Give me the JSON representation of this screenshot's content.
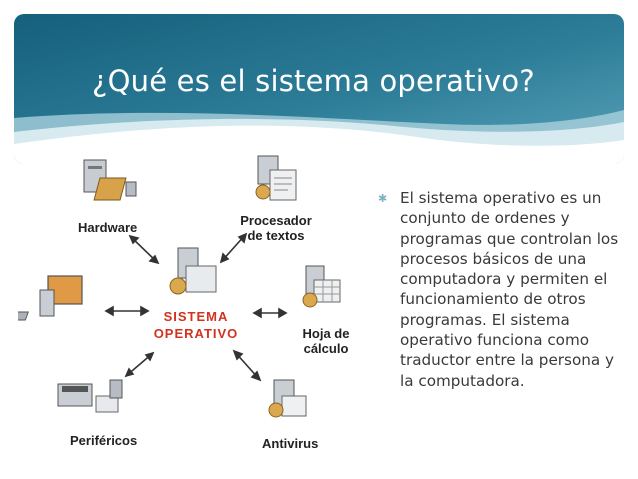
{
  "slide": {
    "title": "¿Qué es el sistema operativo?",
    "bullet": "El sistema operativo es un conjunto de ordenes y programas que controlan los procesos básicos de una computadora y permiten el funcionamiento de otros programas. El sistema operativo funciona como traductor entre la persona y la computadora."
  },
  "diagram": {
    "center_line1": "SISTEMA",
    "center_line2": "OPERATIVO",
    "nodes": {
      "hardware": "Hardware",
      "procesador_line1": "Procesador",
      "procesador_line2": "de textos",
      "hoja_line1": "Hoja de",
      "hoja_line2": "cálculo",
      "perifericos": "Periféricos",
      "antivirus": "Antivirus"
    }
  },
  "colors": {
    "header_dark": "#1f6b86",
    "header_light": "#6fb0c6",
    "center_text": "#d2321e",
    "bullet_text": "#3a3a3a"
  }
}
